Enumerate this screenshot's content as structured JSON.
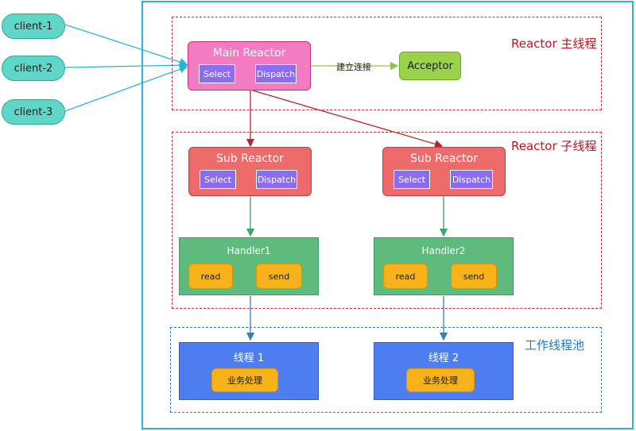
{
  "clients": [
    "client-1",
    "client-2",
    "client-3"
  ],
  "groups": {
    "main": "Reactor 主线程",
    "sub": "Reactor 子线程",
    "pool": "工作线程池"
  },
  "main_reactor": {
    "title": "Main Reactor",
    "select": "Select",
    "dispatch": "Dispatch"
  },
  "connect_label": "建立连接",
  "acceptor": "Acceptor",
  "sub_reactors": [
    {
      "title": "Sub Reactor",
      "select": "Select",
      "dispatch": "Dispatch"
    },
    {
      "title": "Sub Reactor",
      "select": "Select",
      "dispatch": "Dispatch"
    }
  ],
  "handlers": [
    {
      "title": "Handler1",
      "read": "read",
      "send": "send"
    },
    {
      "title": "Handler2",
      "read": "read",
      "send": "send"
    }
  ],
  "workers": [
    {
      "title": "线程 1",
      "task": "业务处理"
    },
    {
      "title": "线程 2",
      "task": "业务处理"
    }
  ],
  "colors": {
    "client_edge": "#29b6d6",
    "reactor_edge": "#b3262e",
    "accept_edge": "#8cc63f",
    "handler_edge": "#3aa86b",
    "worker_edge": "#2f7fc1"
  }
}
